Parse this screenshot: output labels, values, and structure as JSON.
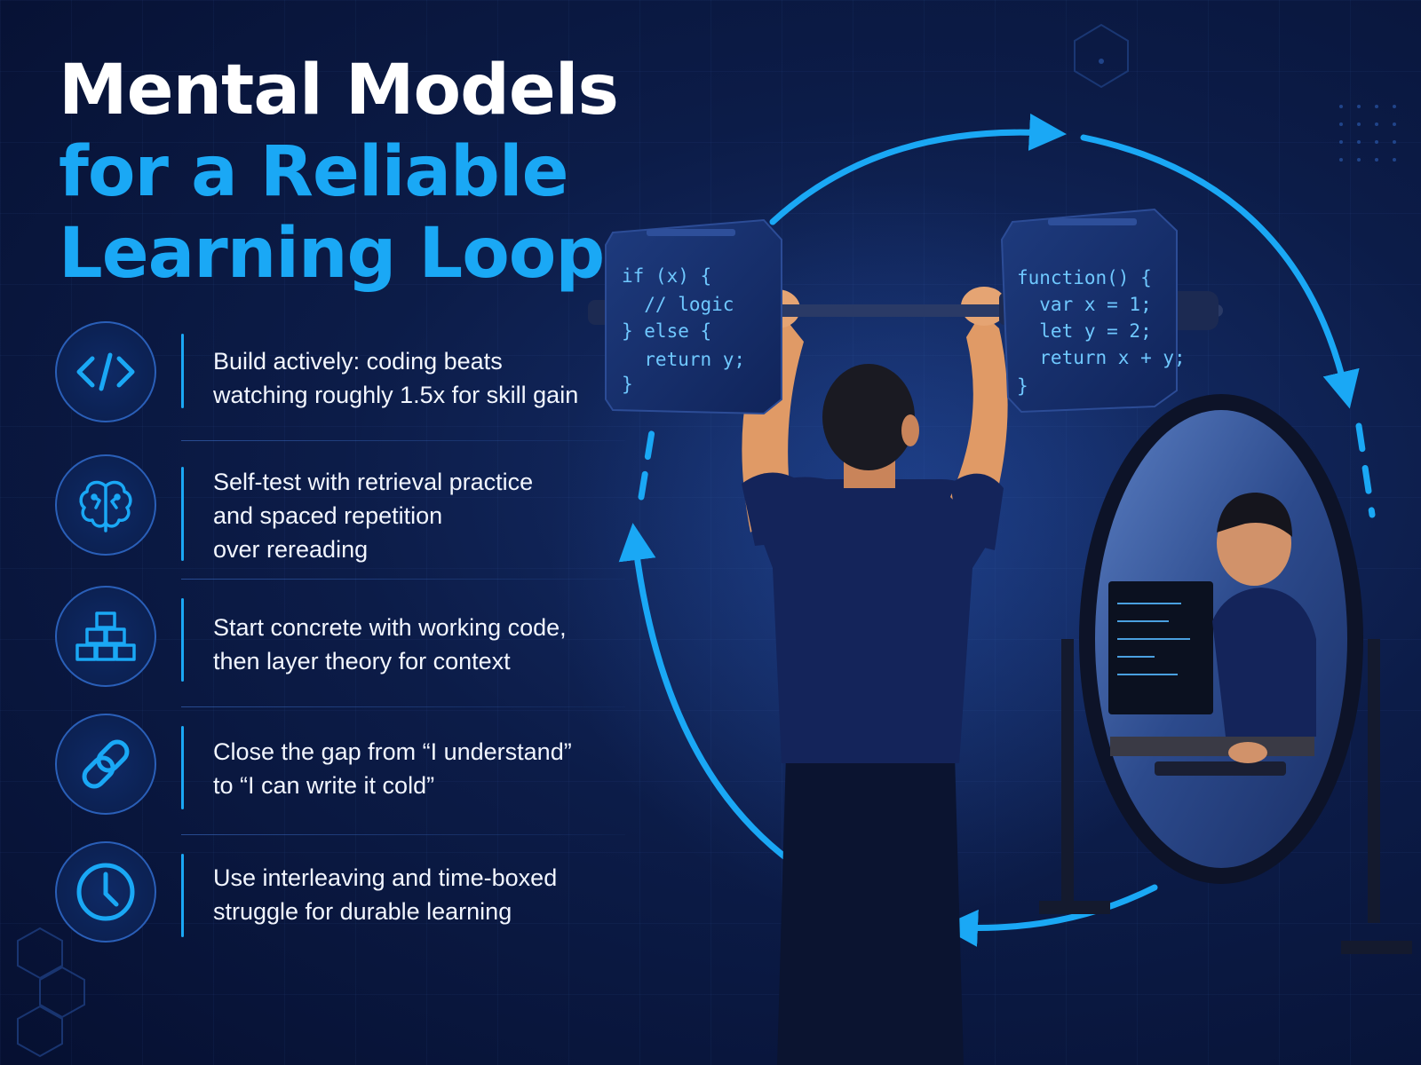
{
  "headline": {
    "line1": "Mental Models",
    "line2": "for a Reliable",
    "line3": "Learning Loop"
  },
  "tips": [
    {
      "icon": "code-icon",
      "text": "Build actively: coding beats\nwatching roughly 1.5x for skill gain"
    },
    {
      "icon": "brain-icon",
      "text": "Self-test with retrieval practice\nand spaced repetition\nover rereading"
    },
    {
      "icon": "blocks-icon",
      "text": "Start concrete with working code,\nthen layer theory for context"
    },
    {
      "icon": "link-icon",
      "text": "Close the gap from “I understand”\nto “I can write it cold”"
    },
    {
      "icon": "clock-icon",
      "text": "Use interleaving and time-boxed\nstruggle for durable learning"
    }
  ],
  "barbell": {
    "left_code": [
      "if (x) {",
      "  // logic",
      "} else {",
      "  return y;",
      "}"
    ],
    "right_code": [
      "function() {",
      "  var x = 1;",
      "  let y = 2;",
      "  return x + y;",
      "}"
    ]
  },
  "colors": {
    "accent": "#1aa8f5",
    "background": "#0c1c48",
    "headline_white": "#ffffff"
  }
}
